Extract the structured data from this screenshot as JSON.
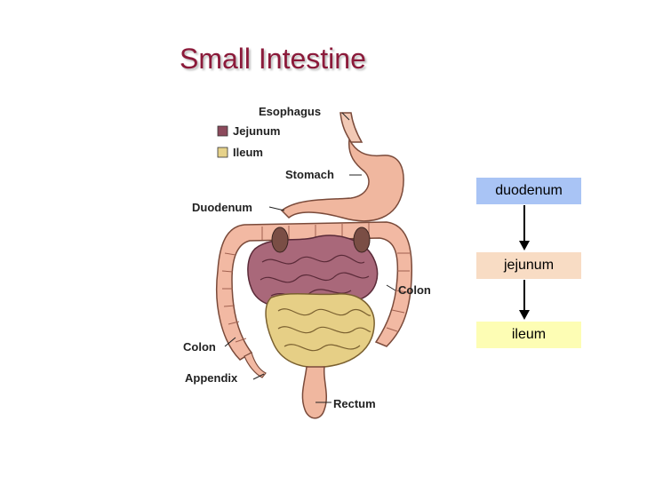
{
  "title": "Small Intestine",
  "legend": [
    {
      "label": "Jejunum",
      "color": "#8c4a5c"
    },
    {
      "label": "Ileum",
      "color": "#e6d28a"
    }
  ],
  "labels": {
    "esophagus": "Esophagus",
    "stomach": "Stomach",
    "duodenum": "Duodenum",
    "colon_right": "Colon",
    "colon_left": "Colon",
    "appendix": "Appendix",
    "rectum": "Rectum"
  },
  "flow": {
    "items": [
      {
        "label": "duodenum",
        "color": "#a9c4f5"
      },
      {
        "label": "jejunum",
        "color": "#f8dcc4"
      },
      {
        "label": "ileum",
        "color": "#fdfdb4"
      }
    ]
  }
}
